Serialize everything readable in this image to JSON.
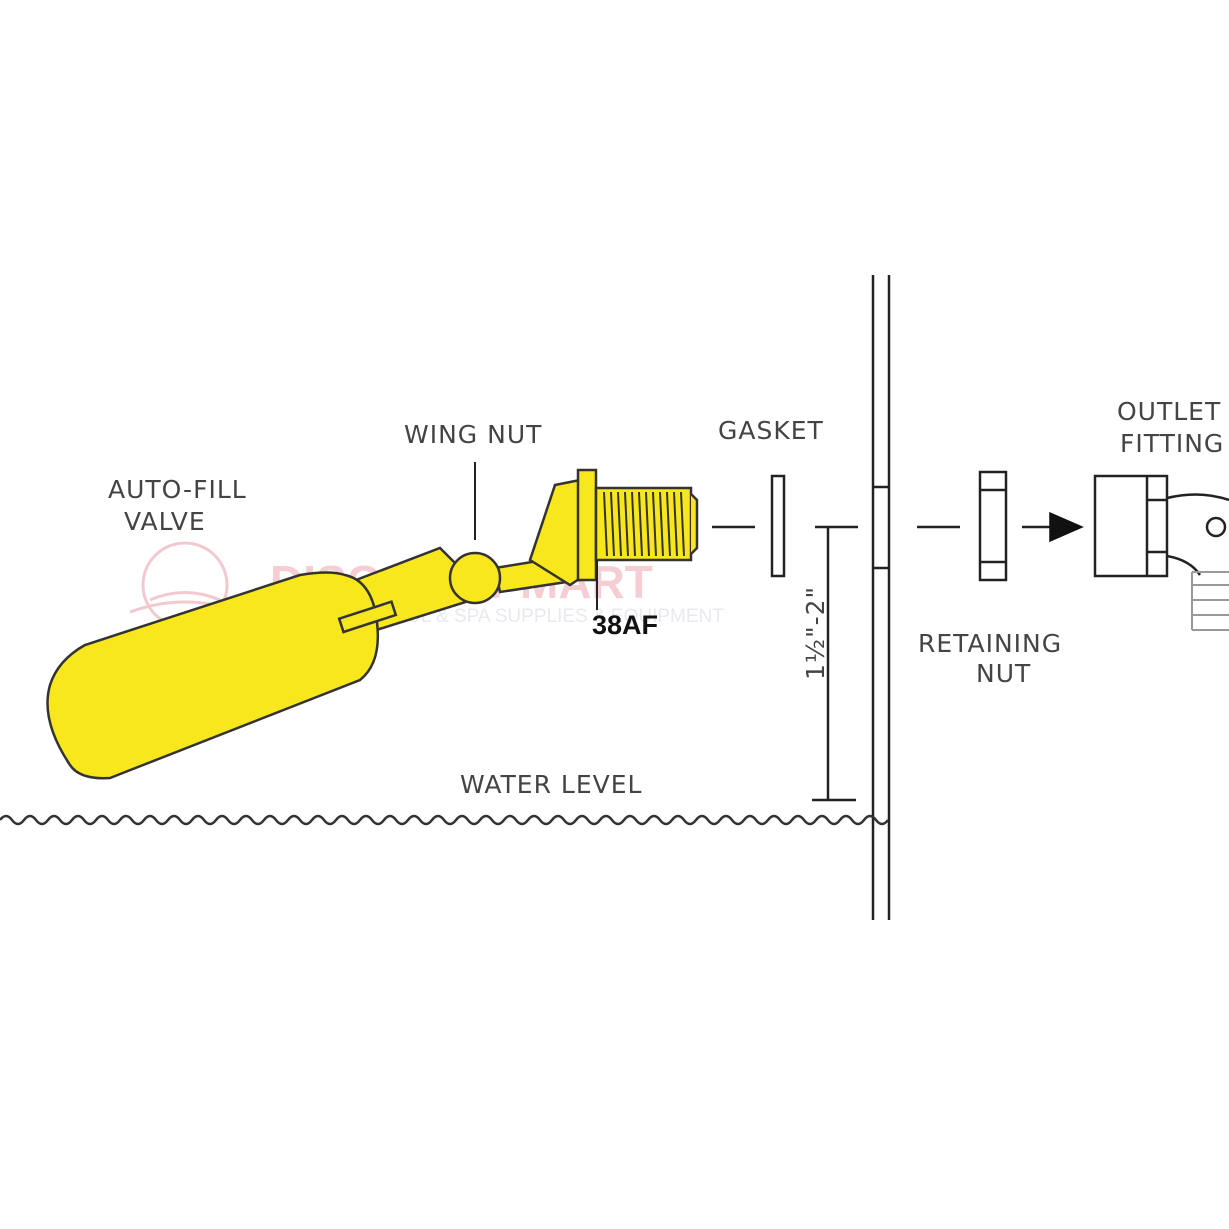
{
  "labels": {
    "auto_fill_line1": "AUTO-FILL",
    "auto_fill_line2": "VALVE",
    "wing_nut": "WING NUT",
    "gasket": "GASKET",
    "outlet_line1": "OUTLET",
    "outlet_line2": "FITTING",
    "retaining_line1": "RETAINING",
    "retaining_line2": "NUT",
    "water_level": "WATER LEVEL",
    "dimension": "1½\"-2\"",
    "model": "38AF"
  },
  "watermark": {
    "brand_left": "DISCOUNT",
    "brand_right": "MART",
    "tagline": "SWIMMING POOL & SPA SUPPLIES & EQUIPMENT"
  },
  "colors": {
    "float_yellow": "#f8e71c",
    "line": "#222222",
    "label_gray": "#444444"
  }
}
